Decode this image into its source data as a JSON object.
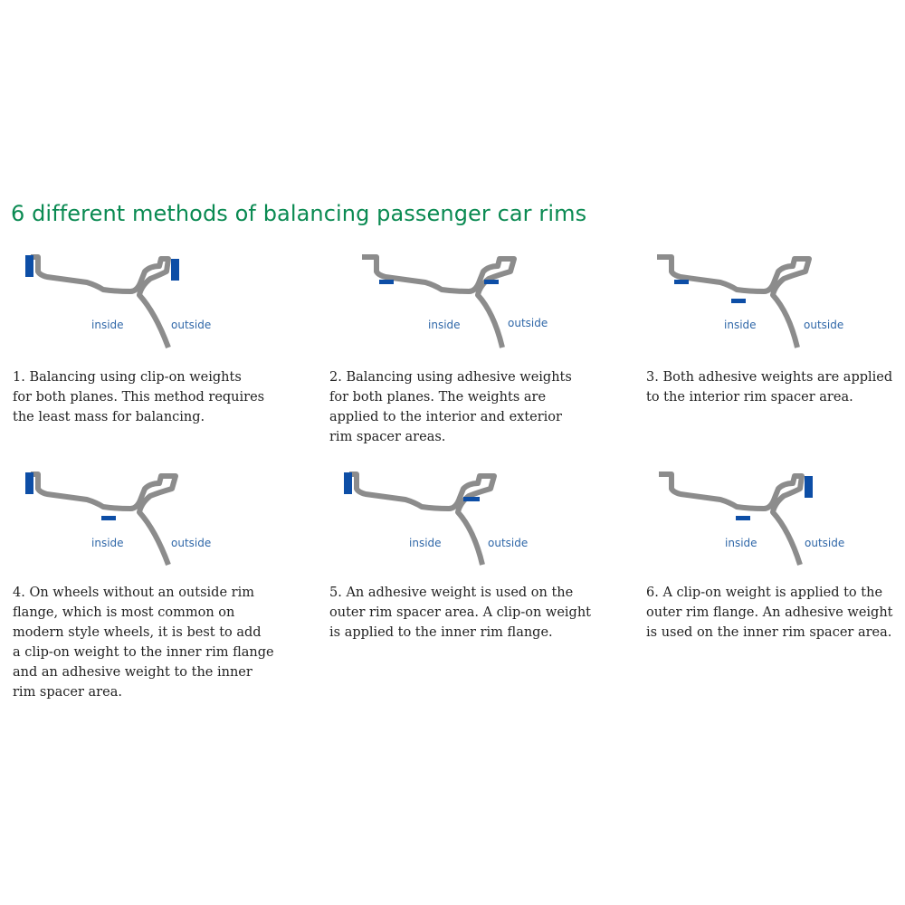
{
  "title": "6 different methods of balancing passenger car rims",
  "labels": {
    "inside": "inside",
    "outside": "outside"
  },
  "colors": {
    "title": "#0a8a52",
    "rim": "#8c8c8c",
    "weight": "#0d4ea6",
    "label": "#2f67a8"
  },
  "methods": [
    {
      "description": "1. Balancing using  clip-on weights\nfor both planes. This method requires\nthe least mass for balancing.",
      "weights": [
        "clip-on inner rim flange",
        "clip-on outer rim flange"
      ]
    },
    {
      "description": "2. Balancing using adhesive weights\nfor both planes. The weights are\napplied to the interior and exterior\nrim spacer areas.",
      "weights": [
        "adhesive interior rim spacer",
        "adhesive exterior rim spacer"
      ]
    },
    {
      "description": "3. Both adhesive weights are applied\nto the interior rim spacer area.",
      "weights": [
        "adhesive interior rim spacer",
        "adhesive interior rim spacer"
      ]
    },
    {
      "description": "4. On wheels without an outside rim\nflange, which is most common on\nmodern style wheels, it is best to add\na clip-on weight to the inner rim flange\nand an adhesive weight to the inner\nrim spacer area.",
      "weights": [
        "clip-on inner rim flange",
        "adhesive inner rim spacer"
      ]
    },
    {
      "description": "5. An adhesive weight is used on the\nouter rim spacer area. A clip-on weight\nis applied to the inner rim flange.",
      "weights": [
        "clip-on inner rim flange",
        "adhesive outer rim spacer"
      ]
    },
    {
      "description": "6. A clip-on weight is applied to the\nouter rim flange. An adhesive weight\nis used on the inner rim spacer area.",
      "weights": [
        "clip-on outer rim flange",
        "adhesive inner rim spacer"
      ]
    }
  ]
}
